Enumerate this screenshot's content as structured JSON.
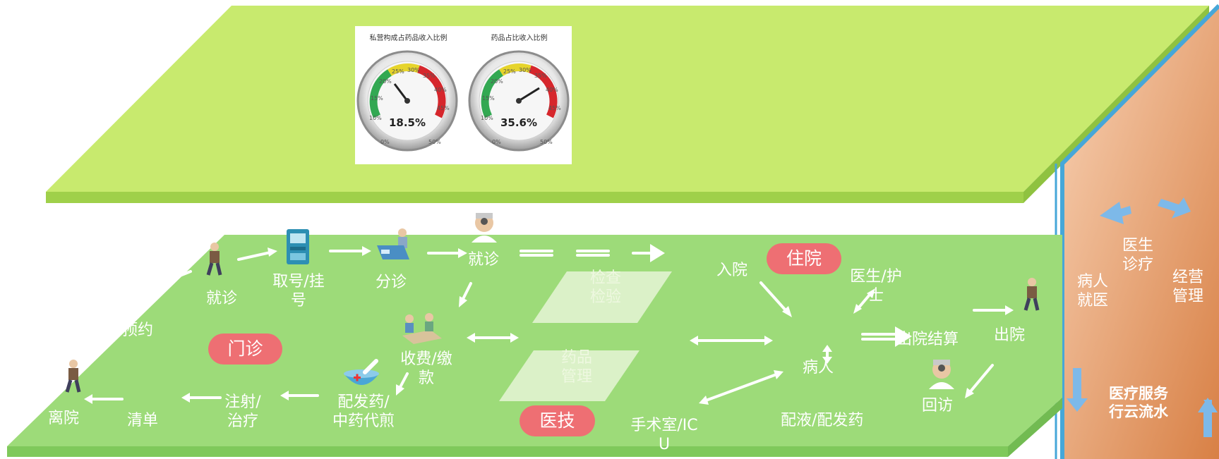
{
  "gauges": [
    {
      "title": "私营构成占药品收入比例",
      "value": "18.5%",
      "ticks": [
        "0%",
        "10%",
        "15%",
        "20%",
        "25%",
        "30%",
        "35%",
        "40%",
        "45%",
        "50%"
      ]
    },
    {
      "title": "药品占比收入比例",
      "value": "35.6%",
      "ticks": [
        "0%",
        "10%",
        "15%",
        "20%",
        "25%",
        "30%",
        "35%",
        "40%",
        "45%",
        "50%"
      ]
    }
  ],
  "pills": {
    "outpatient": "门诊",
    "inpatient": "住院",
    "medtech": "医技"
  },
  "outpatient": {
    "appointment": "预约",
    "visit": "就诊",
    "register": [
      "取号/挂",
      "号"
    ],
    "triage": "分诊",
    "consult": "就诊",
    "payment": [
      "收费/缴",
      "款"
    ],
    "dispense": [
      "配发药/",
      "中药代煎"
    ],
    "injection": [
      "注射/",
      "治疗"
    ],
    "bill": "清单",
    "leave": "离院"
  },
  "medtech": {
    "exam": [
      "检查",
      "检验"
    ],
    "pharmacy": [
      "药品",
      "管理"
    ],
    "surgery": [
      "手术室/IC",
      "U"
    ]
  },
  "inpatient": {
    "admit": "入院",
    "doctor_nurse": [
      "医生/护",
      "士"
    ],
    "patient": "病人",
    "settlement": "出院结算",
    "discharge": "出院",
    "followup": "回访",
    "infusion": "配液/配发药"
  },
  "side_panel": {
    "patient_visit": [
      "病人",
      "就医"
    ],
    "doctor_treat": [
      "医生",
      "诊疗"
    ],
    "operations": [
      "经营",
      "管理"
    ],
    "title": [
      "医疗服务",
      "行云流水"
    ]
  },
  "colors": {
    "upper_plane": "#c8ea6e",
    "lower_plane": "#9ddb79",
    "pill": "#ee6f73",
    "side_panel": "#eda77f",
    "side_arrow": "#7db9e9",
    "arrow": "#ffffff"
  }
}
